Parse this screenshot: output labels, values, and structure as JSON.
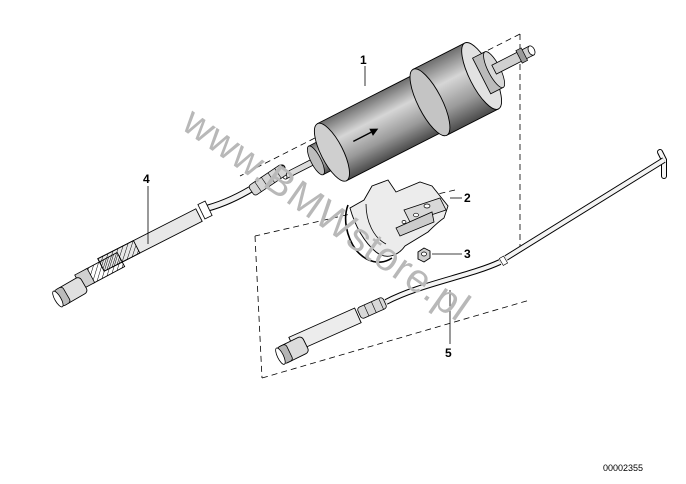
{
  "diagram": {
    "parts": [
      {
        "number": "1"
      },
      {
        "number": "2"
      },
      {
        "number": "3"
      },
      {
        "number": "4"
      },
      {
        "number": "5"
      }
    ],
    "document_number": "00002355",
    "watermark": "www.BMWstore.pl"
  }
}
